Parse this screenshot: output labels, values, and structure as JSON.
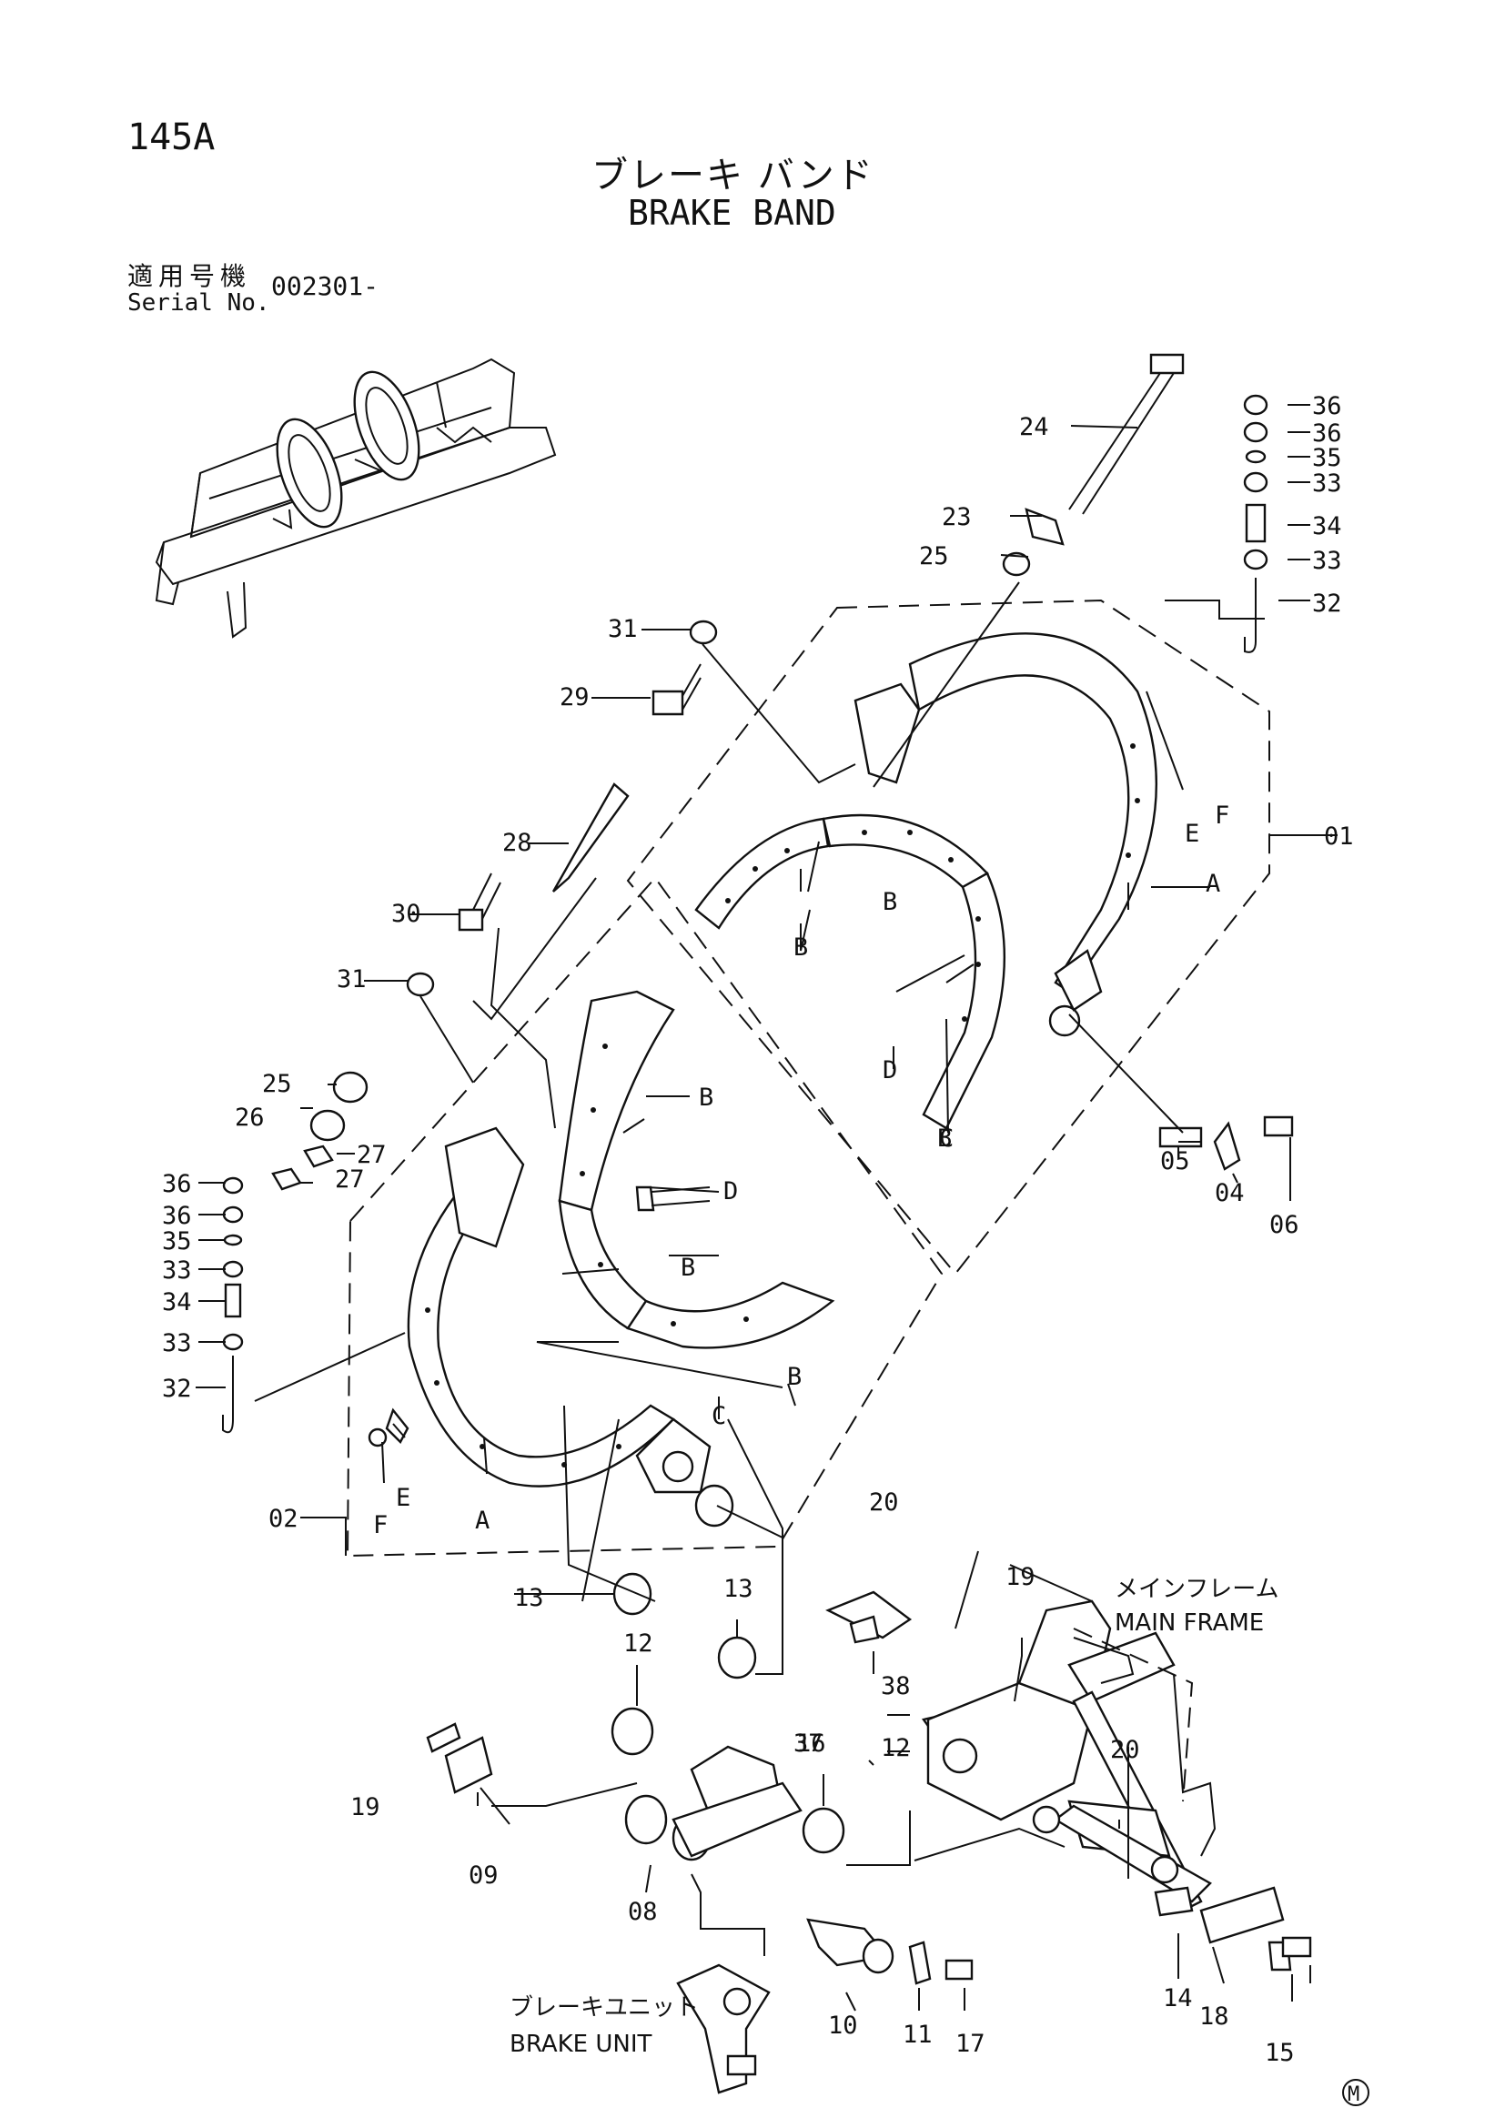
{
  "header": {
    "page_number": "145A",
    "title_jp": "ブレーキ バンド",
    "title_en": "BRAKE BAND",
    "serial_label_jp": "適用号機",
    "serial_label_en": "Serial No.",
    "serial_value": "002301-"
  },
  "captions": {
    "main_frame_jp": "メインフレーム",
    "main_frame_en": "MAIN FRAME",
    "brake_unit_jp": "ブレーキユニット",
    "brake_unit_en": "BRAKE UNIT"
  },
  "mark": "M",
  "callouts": [
    "24",
    "36",
    "36",
    "35",
    "33",
    "34",
    "33",
    "32",
    "23",
    "25",
    "31",
    "29",
    "28",
    "30",
    "31",
    "01",
    "A",
    "B",
    "B",
    "B",
    "E",
    "F",
    "D",
    "C",
    "05",
    "04",
    "06",
    "25",
    "26",
    "27",
    "27",
    "36",
    "36",
    "35",
    "33",
    "34",
    "33",
    "32",
    "B",
    "D",
    "B",
    "B",
    "C",
    "02",
    "F",
    "E",
    "A",
    "20",
    "19",
    "13",
    "13",
    "12",
    "37",
    "38",
    "12",
    "16",
    "20",
    "19",
    "09",
    "08",
    "10",
    "11",
    "17",
    "14",
    "18",
    "15"
  ],
  "icons": {
    "overview": "undercarriage-overview-icon",
    "hardware": "bolt-nut-washer-icon"
  }
}
